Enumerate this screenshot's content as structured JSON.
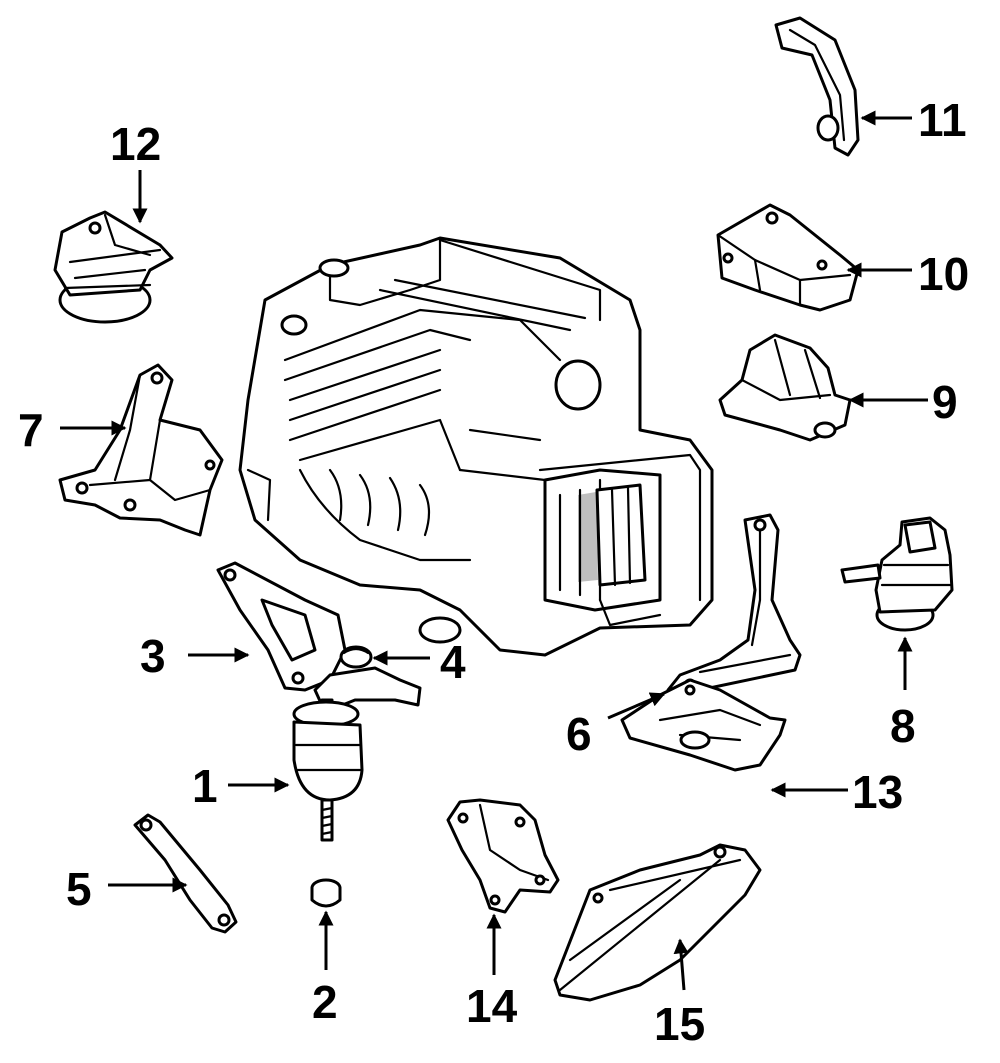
{
  "callouts": [
    {
      "id": "1",
      "text": "1"
    },
    {
      "id": "2",
      "text": "2"
    },
    {
      "id": "3",
      "text": "3"
    },
    {
      "id": "4",
      "text": "4"
    },
    {
      "id": "5",
      "text": "5"
    },
    {
      "id": "6",
      "text": "6"
    },
    {
      "id": "7",
      "text": "7"
    },
    {
      "id": "8",
      "text": "8"
    },
    {
      "id": "9",
      "text": "9"
    },
    {
      "id": "10",
      "text": "10"
    },
    {
      "id": "11",
      "text": "11"
    },
    {
      "id": "12",
      "text": "12"
    },
    {
      "id": "13",
      "text": "13"
    },
    {
      "id": "14",
      "text": "14"
    },
    {
      "id": "15",
      "text": "15"
    }
  ],
  "colors": {
    "ink": "#000000",
    "paper": "#ffffff"
  }
}
